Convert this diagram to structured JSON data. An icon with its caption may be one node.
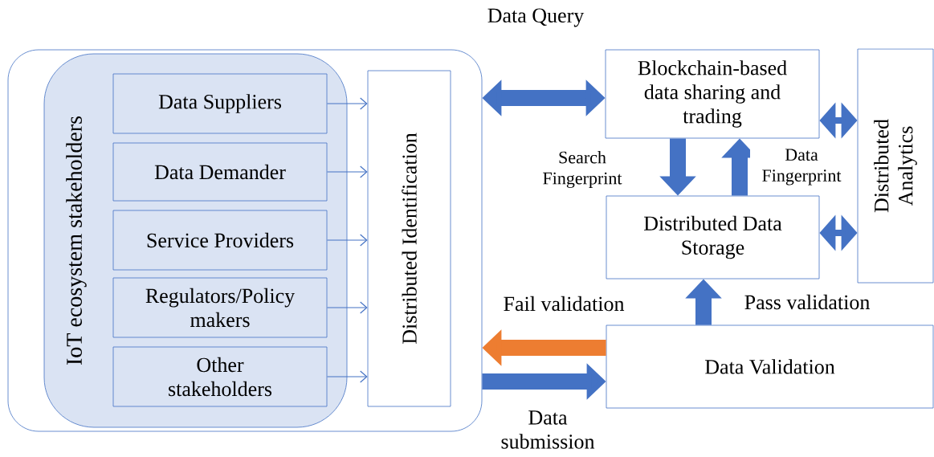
{
  "diagram": {
    "nodes": [
      {
        "text": [],
        "shape": "box"
      },
      {
        "text": [
          "IoT ecosystem stakeholders"
        ],
        "in": 0
      },
      {
        "text": [
          "Data Suppliers"
        ],
        "in": 1
      },
      {
        "text": [
          "Data Demander"
        ],
        "in": 1
      },
      {
        "text": [
          "Service Providers"
        ],
        "in": 1
      },
      {
        "text": [
          "Regulators/Policy makers"
        ],
        "in": 1
      },
      {
        "text": [
          "Other stakeholders"
        ],
        "in": 1
      },
      {
        "text": [
          "Distributed Identification"
        ],
        "in": 0
      },
      {
        "text": [
          "Blockchain-based data sharing and trading"
        ]
      },
      {
        "text": [
          "Distributed Data Storage"
        ]
      },
      {
        "text": [
          "Distributed Analytics"
        ]
      },
      {
        "text": [
          "Data Validation"
        ]
      }
    ],
    "edges": [
      {
        "from": 2,
        "to": 7,
        "arrow": "to"
      },
      {
        "from": 3,
        "to": 7,
        "arrow": "to"
      },
      {
        "from": 4,
        "to": 7,
        "arrow": "to"
      },
      {
        "from": 5,
        "to": 7,
        "arrow": "to"
      },
      {
        "from": 6,
        "to": 7,
        "arrow": "to"
      },
      {
        "from": 0,
        "to": 8,
        "arrow": "both",
        "label": "Data Query",
        "style": "thick"
      },
      {
        "from": 8,
        "to": 9,
        "arrow": "to",
        "label": "Search Fingerprint",
        "style": "thick"
      },
      {
        "from": 9,
        "to": 8,
        "arrow": "to",
        "label": "Data Fingerprint",
        "style": "thick"
      },
      {
        "from": 8,
        "to": 10,
        "arrow": "both"
      },
      {
        "from": 9,
        "to": 10,
        "arrow": "both"
      },
      {
        "from": 11,
        "to": 9,
        "arrow": "to",
        "label": "Pass validation",
        "style": "thick"
      },
      {
        "from": 11,
        "to": 0,
        "arrow": "to",
        "label": "Fail validation",
        "style": "thick",
        "color": "#ed7d31"
      },
      {
        "from": 0,
        "to": 11,
        "arrow": "to",
        "label": "Data submission",
        "style": "thick"
      }
    ]
  }
}
